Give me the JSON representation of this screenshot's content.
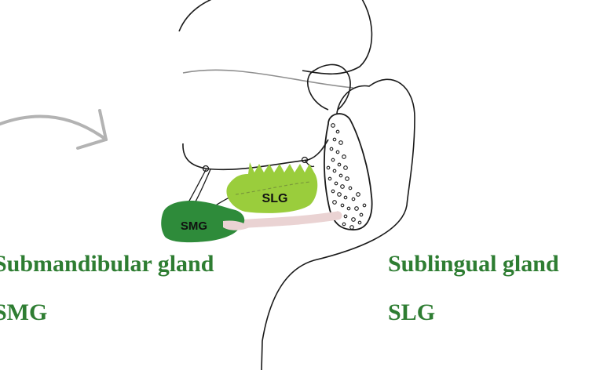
{
  "diagram": {
    "labels": {
      "slg": "SLG",
      "smg": "SMG"
    }
  },
  "captions": {
    "smg_name": "Submandibular gland",
    "smg_abbr": "SMG",
    "slg_name": "Sublingual gland",
    "slg_abbr": "SLG"
  },
  "colors": {
    "smg_fill": "#2e8b3a",
    "slg_fill": "#9acd3c",
    "duct": "#ead3d3",
    "caption_text": "#2e7d32",
    "outline": "#1a1a1a",
    "arrow": "#b3b3b3"
  }
}
